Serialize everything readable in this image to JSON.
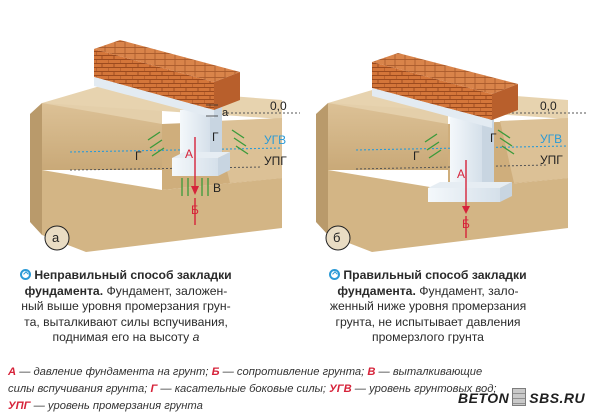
{
  "panels": {
    "a": {
      "badge": "а",
      "level_00": "0,0",
      "level_ugv": "УГВ",
      "level_upg": "УПГ",
      "label_height": "а",
      "label_A": "А",
      "label_B": "Б",
      "label_V": "В",
      "label_G": "Г"
    },
    "b": {
      "badge": "б",
      "level_00": "0,0",
      "level_ugv": "УГВ",
      "level_upg": "УПГ",
      "label_A": "А",
      "label_B": "Б",
      "label_G": "Г"
    }
  },
  "captions": {
    "a": {
      "head": "Неправильный способ закладки фундамента.",
      "line2": "Фундамент, заложен-",
      "line3": "ный выше уровня промерзания грун-",
      "line4": "та, выталкивают силы вспучивания,",
      "line5": "поднимая его на высоту",
      "tail": "а"
    },
    "b": {
      "head": "Правильный способ закладки фундамента.",
      "line2": "Фундамент, зало-",
      "line3": "женный ниже уровня промерзания",
      "line4": "грунта, не испытывает давления",
      "line5": "промерзлого грунта"
    }
  },
  "legend": {
    "k1": "А",
    "t1": " — давление фундамента на грунт;",
    "k2": "Б",
    "t2": " — сопротивление грунта;",
    "k3": "В",
    "t3": " — выталкивающие",
    "t3b": "силы вспучивания грунта;",
    "k4": "Г",
    "t4": " — касательные боковые силы;",
    "k5": "УГВ",
    "t5": " — уровень грунтовых вод;",
    "k6": "УПГ",
    "t6": " — уровень промерзания грунта"
  },
  "logo": {
    "left": "BETON",
    "right": "SBS.RU"
  },
  "colors": {
    "soil_top": "#e0c9a2",
    "soil_front": "#d8bd8f",
    "soil_side": "#b99a6b",
    "brick": "#d4763a",
    "concrete": "#eef3f8",
    "accent_red": "#d6233a",
    "accent_green": "#3a9a3a",
    "accent_blue": "#2b9ad6"
  }
}
